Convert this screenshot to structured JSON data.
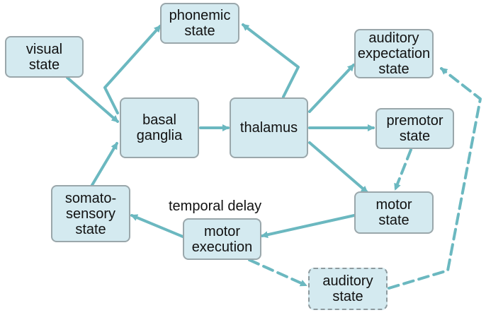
{
  "nodes": {
    "phonemic": "phonemic\nstate",
    "visual": "visual\nstate",
    "basal_ganglia": "basal\nganglia",
    "thalamus": "thalamus",
    "auditory_expectation": "auditory\nexpectation\nstate",
    "premotor": "premotor\nstate",
    "motor": "motor\nstate",
    "somatosensory": "somato-\nsensory\nstate",
    "motor_execution": "motor\nexecution",
    "auditory": "auditory\nstate"
  },
  "annotations": {
    "temporal_delay": "temporal delay"
  },
  "colors": {
    "arrow": "#6bb8c0",
    "node_fill": "#d4eaf0",
    "node_border": "#9aa7ab"
  }
}
